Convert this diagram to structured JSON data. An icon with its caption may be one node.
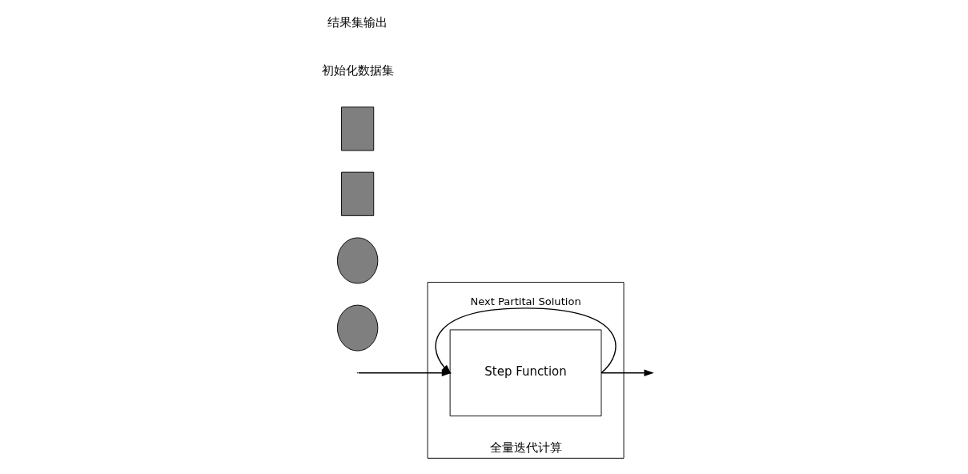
{
  "diagram": {
    "nodes": [
      {
        "text": [
          "全量迭代计算"
        ]
      },
      {
        "text": [
          "Step Function"
        ],
        "in": 0
      },
      {
        "text": [],
        "shape": "circle"
      },
      {
        "text": [],
        "shape": "circle"
      },
      {
        "text": [],
        "shape": "box"
      },
      {
        "text": [],
        "shape": "box"
      }
    ],
    "edges": [
      {
        "from": null,
        "to": 1,
        "arrow": "to"
      },
      {
        "from": 1,
        "to": 1,
        "arrow": "to",
        "label": "Next Partital Solution"
      },
      {
        "from": 1,
        "to": null,
        "arrow": "to"
      }
    ],
    "labels": [
      "初始化数据集",
      "结果集输出"
    ]
  }
}
